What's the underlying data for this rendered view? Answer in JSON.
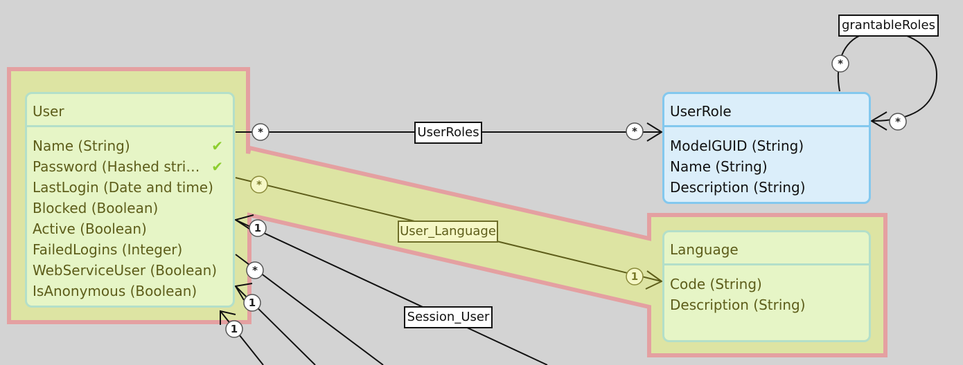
{
  "colors": {
    "background": "#d3d3d3",
    "highlight_fill": "#dde4a3",
    "highlight_border": "#e4a0a1",
    "entity_green": "#e6f5c6",
    "entity_blue": "#dbeefa",
    "line": "#111111",
    "highlight_line": "#6d6d28"
  },
  "entities": {
    "user": {
      "name": "User",
      "attributes": [
        {
          "label": "Name (String)",
          "icon": "check-icon"
        },
        {
          "label": "Password (Hashed stri…",
          "icon": "check-icon"
        },
        {
          "label": "LastLogin (Date and time)"
        },
        {
          "label": "Blocked (Boolean)"
        },
        {
          "label": "Active (Boolean)"
        },
        {
          "label": "FailedLogins (Integer)"
        },
        {
          "label": "WebServiceUser (Boolean)"
        },
        {
          "label": "IsAnonymous (Boolean)"
        }
      ]
    },
    "userrole": {
      "name": "UserRole",
      "attributes": [
        {
          "label": "ModelGUID (String)"
        },
        {
          "label": "Name (String)"
        },
        {
          "label": "Description (String)"
        }
      ]
    },
    "language": {
      "name": "Language",
      "attributes": [
        {
          "label": "Code (String)"
        },
        {
          "label": "Description (String)"
        }
      ]
    }
  },
  "associations": {
    "userroles": "UserRoles",
    "grantableroles": "grantableRoles",
    "user_language": "User_Language",
    "session_user": "Session_User"
  },
  "multiplicities": {
    "many": "*",
    "one": "1"
  }
}
